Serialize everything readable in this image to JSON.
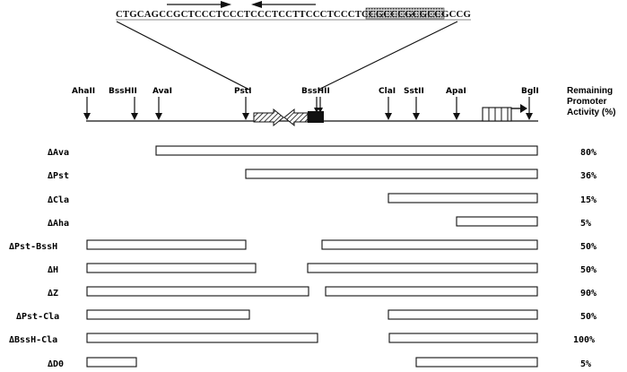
{
  "sequence": {
    "text": "CTGCAGCCGCTCCCTCCCTCCCTCCTTCCCTCCCTCCGCCCGCGCCGCCG",
    "left_arrow_dir": "right",
    "right_arrow_dir": "left"
  },
  "restriction_sites": [
    "AhaII",
    "BssHII",
    "AvaI",
    "PstI",
    "BssHII",
    "ClaI",
    "SstII",
    "ApaI",
    "BglI"
  ],
  "remaining_activity_header": [
    "Remaining",
    "Promoter",
    "Activity (%)"
  ],
  "constructs": [
    {
      "label": "ΔAva",
      "activity": "80%"
    },
    {
      "label": "ΔPst",
      "activity": "36%"
    },
    {
      "label": "ΔCla",
      "activity": "15%"
    },
    {
      "label": "ΔAha",
      "activity": "5%"
    },
    {
      "label": "ΔPst-BssH",
      "activity": "50%"
    },
    {
      "label": "ΔH",
      "activity": "50%"
    },
    {
      "label": "ΔZ",
      "activity": "90%"
    },
    {
      "label": "ΔPst-Cla",
      "activity": "50%"
    },
    {
      "label": "ΔBssH-Cla",
      "activity": "100%"
    },
    {
      "label": "ΔD0",
      "activity": "5%"
    }
  ],
  "colors": {
    "ink": "#111111",
    "background": "#ffffff"
  }
}
